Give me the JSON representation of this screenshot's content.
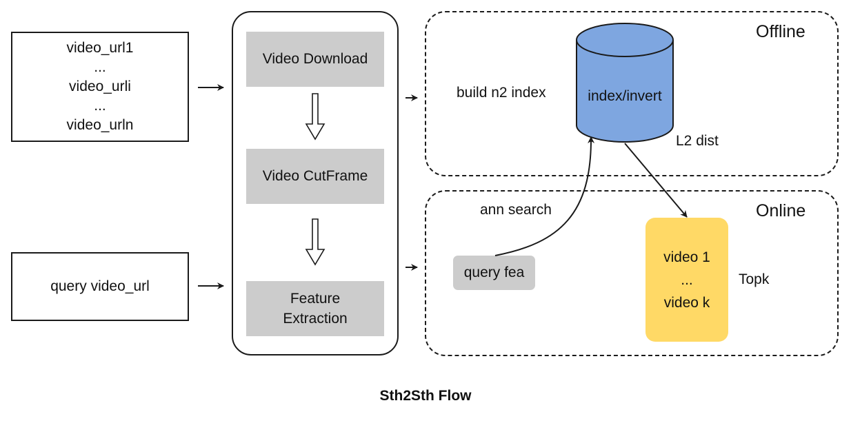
{
  "inputs": {
    "url_list": [
      "video_url1",
      "...",
      "video_urli",
      "...",
      "video_urln"
    ],
    "query": "query video_url"
  },
  "pipeline": {
    "download": "Video Download",
    "cutframe": "Video CutFrame",
    "feature": [
      "Feature",
      "Extraction"
    ]
  },
  "offline": {
    "title": "Offline",
    "build_label": "build n2 index",
    "db_label": "index/invert",
    "dist_label": "L2 dist"
  },
  "online": {
    "title": "Online",
    "search_label": "ann search",
    "query_label": "query fea",
    "results": [
      "video 1",
      "...",
      "video k"
    ],
    "topk_label": "Topk"
  },
  "caption": "Sth2Sth Flow",
  "colors": {
    "process_box": "#cccccc",
    "database": "#7ea6e0",
    "results_box": "#ffd966",
    "stroke": "#1a1a1a"
  }
}
